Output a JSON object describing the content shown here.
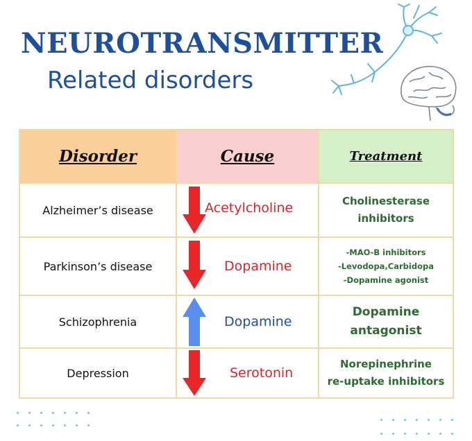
{
  "title": {
    "main": "NEUROTRANSMITTER",
    "sub": "Related  disorders"
  },
  "headers": {
    "disorder": "Disorder",
    "cause": "Cause",
    "treatment": "Treatment"
  },
  "rows": [
    {
      "disorder": "Alzheimer’s disease",
      "cause": "Acetylcholine",
      "direction": "down",
      "treatment": [
        "Cholinesterase",
        "inhibitors"
      ]
    },
    {
      "disorder": "Parkinson’s disease",
      "cause": "Dopamine",
      "direction": "down",
      "treatment": [
        "-MAO-B inhibitors",
        "-Levodopa,Carbidopa",
        "-Dopamine agonist"
      ]
    },
    {
      "disorder": "Schizophrenia",
      "cause": "Dopamine",
      "direction": "up",
      "treatment": [
        "Dopamine",
        "antagonist"
      ]
    },
    {
      "disorder": "Depression",
      "cause": "Serotonin",
      "direction": "down",
      "treatment": [
        "Norepinephrine",
        "re-uptake inhibitors"
      ]
    }
  ],
  "colors": {
    "title": "#1f4e9a",
    "header_disorder": "#fbcf9a",
    "header_cause": "#f9cfd0",
    "header_treatment": "#d5efc8",
    "arrow_down": "#e8262a",
    "arrow_up": "#5b8def",
    "cause_red": "#d4262c",
    "cause_blue": "#1f4e9a",
    "treatment_text": "#2e6b32"
  },
  "icons": [
    "neuron-illustration",
    "brain-illustration",
    "arrow-down-icon",
    "arrow-up-icon"
  ]
}
